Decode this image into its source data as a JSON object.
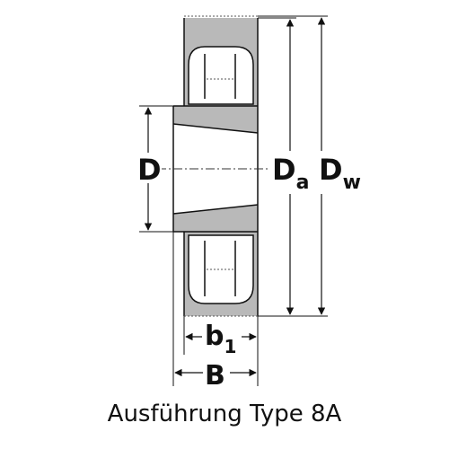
{
  "labels": {
    "bore": "D",
    "outer_diameter_main": "D",
    "outer_diameter_sub": "a",
    "pitch_diameter_main": "D",
    "pitch_diameter_sub": "w",
    "groove_width_main": "b",
    "groove_width_sub": "1",
    "hub_width": "B"
  },
  "caption": "Ausführung Type 8A",
  "colors": {
    "section_fill": "#b9b9b9",
    "line": "#111111"
  }
}
